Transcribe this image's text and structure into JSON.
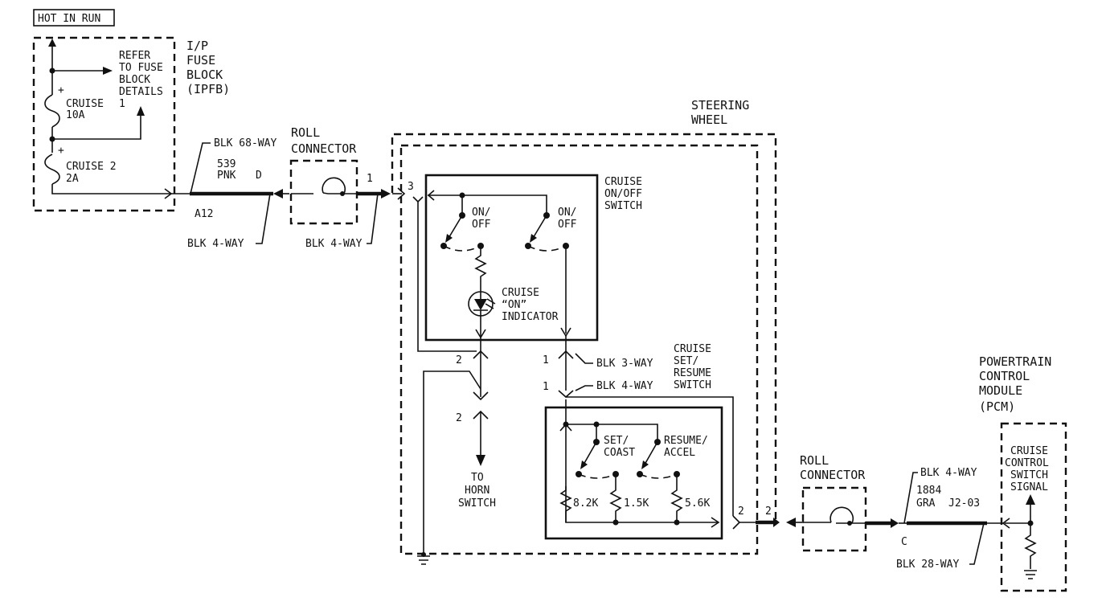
{
  "title": "HOT IN RUN",
  "fuse_block": {
    "label_lines": [
      "I/P",
      "FUSE",
      "BLOCK",
      "(IPFB)"
    ],
    "refer_lines": [
      "REFER",
      "TO FUSE",
      "BLOCK",
      "DETAILS"
    ],
    "refer_number": "1",
    "fuse1": {
      "name": "CRUISE",
      "rating": "10A"
    },
    "fuse2": {
      "name": "CRUISE 2",
      "rating": "2A"
    },
    "plus": "+"
  },
  "connectors": {
    "blk_68_way": "BLK 68-WAY",
    "wire_539": "539",
    "pnk": "PNK",
    "pin_d": "D",
    "pin_a12": "A12",
    "blk_4_way_left": "BLK 4-WAY",
    "blk_4_way_mid": "BLK 4-WAY",
    "roll_connector_1": [
      "ROLL",
      "CONNECTOR"
    ],
    "pin_1_roll": "1",
    "pin_3": "3",
    "blk_3_way": "BLK 3-WAY",
    "blk_4_way_switch": "BLK 4-WAY",
    "pin_1_a": "1",
    "pin_1_b": "1",
    "pin_2_a": "2",
    "pin_2_b": "2",
    "pin_2_c": "2",
    "pin_2_d": "2",
    "roll_connector_2": [
      "ROLL",
      "CONNECTOR"
    ],
    "blk_4_way_pcm": "BLK 4-WAY",
    "wire_1884": "1884",
    "gra": "GRA",
    "j2_03": "J2-03",
    "pin_c": "C",
    "blk_28_way": "BLK 28-WAY"
  },
  "steering_wheel": [
    "STEERING",
    "WHEEL"
  ],
  "on_off_switch": {
    "label": [
      "CRUISE",
      "ON/OFF",
      "SWITCH"
    ],
    "contact_a": [
      "ON/",
      "OFF"
    ],
    "contact_b": [
      "ON/",
      "OFF"
    ],
    "indicator": [
      "CRUISE",
      "“ON”",
      "INDICATOR"
    ]
  },
  "set_resume_switch": {
    "label": [
      "CRUISE",
      "SET/",
      "RESUME",
      "SWITCH"
    ],
    "set": [
      "SET/",
      "COAST"
    ],
    "resume": [
      "RESUME/",
      "ACCEL"
    ],
    "r1": "8.2K",
    "r2": "1.5K",
    "r3": "5.6K"
  },
  "horn": [
    "TO",
    "HORN",
    "SWITCH"
  ],
  "pcm": {
    "label": [
      "POWERTRAIN",
      "CONTROL",
      "MODULE",
      "(PCM)"
    ],
    "signal": [
      "CRUISE",
      "CONTROL",
      "SWITCH",
      "SIGNAL"
    ]
  }
}
